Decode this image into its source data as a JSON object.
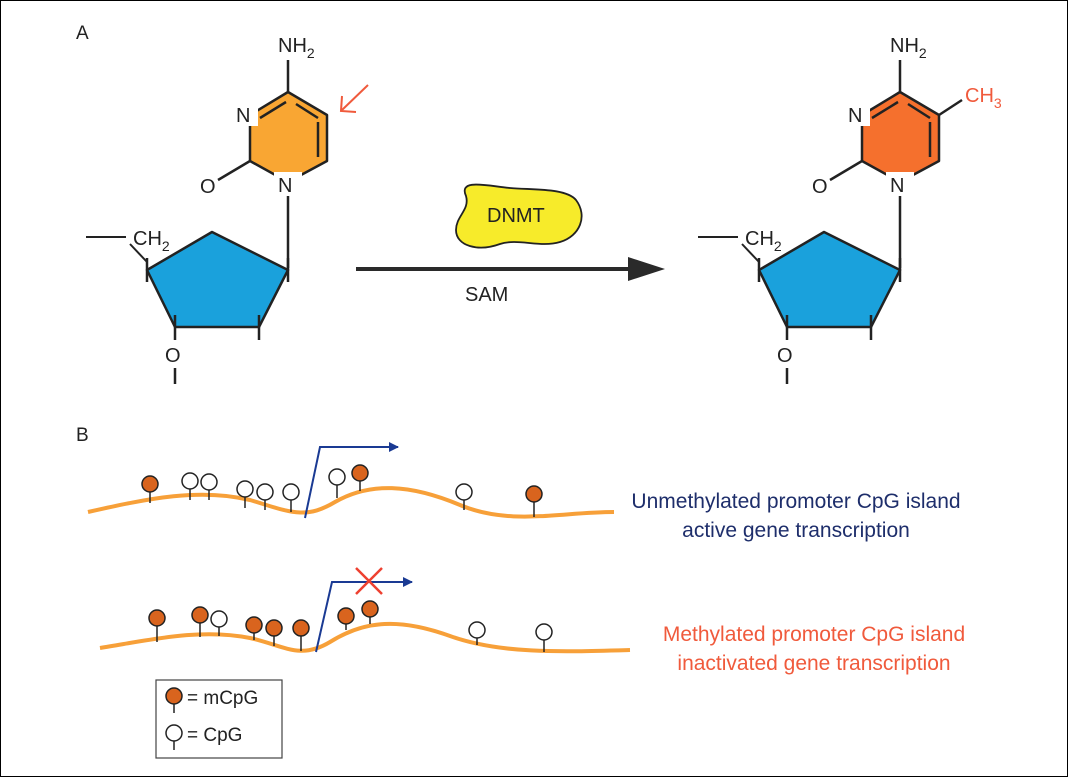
{
  "panel_a": {
    "label": "A",
    "cytosine": {
      "nh2": "NH",
      "nh2_sub": "2",
      "n_ring_upper": "N",
      "n_ring_lower": "N",
      "o": "O",
      "ch2": "CH",
      "ch2_sub": "2",
      "sugar_o": "O",
      "color": "#F9A633",
      "arrow_color": "#F05A3C"
    },
    "reaction": {
      "enzyme": "DNMT",
      "enzyme_color": "#F7EB2A",
      "cofactor": "SAM"
    },
    "methylcytosine": {
      "nh2": "NH",
      "nh2_sub": "2",
      "n_ring_upper": "N",
      "n_ring_lower": "N",
      "o": "O",
      "ch3": "CH",
      "ch3_sub": "3",
      "ch2": "CH",
      "ch2_sub": "2",
      "sugar_o": "O",
      "color": "#F5702D",
      "ch3_color": "#F05A3C"
    },
    "sugar_color": "#1AA1DC"
  },
  "panel_b": {
    "label": "B",
    "strand_color": "#F7A039",
    "mcpg_color": "#D9641E",
    "arrow_color": "#1A3A93",
    "block_color": "#EE4030",
    "caption_unmethylated_line1": "Unmethylated promoter CpG island",
    "caption_unmethylated_line2": "active gene transcription",
    "caption_unmethylated_color": "#1E2E6B",
    "caption_methylated_line1": "Methylated promoter CpG island",
    "caption_methylated_line2": "inactivated gene transcription",
    "caption_methylated_color": "#F05A3C",
    "legend": {
      "mcpg": "= mCpG",
      "cpg": "= CpG"
    }
  }
}
